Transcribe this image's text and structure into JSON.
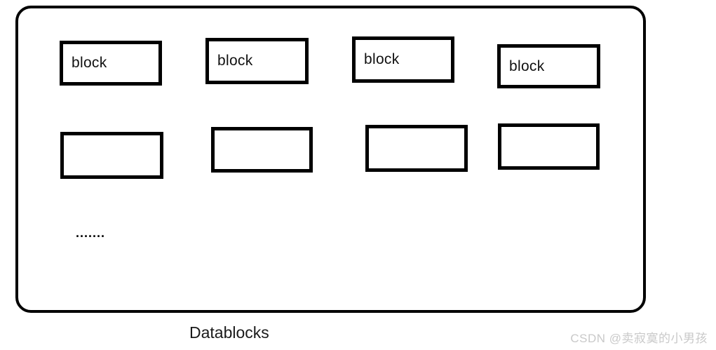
{
  "diagram": {
    "caption": "Datablocks",
    "ellipsis": ".......",
    "blocks": [
      {
        "row": 1,
        "label": "block"
      },
      {
        "row": 1,
        "label": "block"
      },
      {
        "row": 1,
        "label": "block"
      },
      {
        "row": 1,
        "label": "block"
      },
      {
        "row": 2,
        "label": ""
      },
      {
        "row": 2,
        "label": ""
      },
      {
        "row": 2,
        "label": ""
      },
      {
        "row": 2,
        "label": ""
      }
    ]
  },
  "watermark": {
    "text": "CSDN @卖寂寞的小男孩"
  },
  "colors": {
    "stroke": "#000000",
    "background": "#ffffff",
    "caption_text": "#1a1a1a",
    "watermark_text": "#c9c9c9"
  }
}
